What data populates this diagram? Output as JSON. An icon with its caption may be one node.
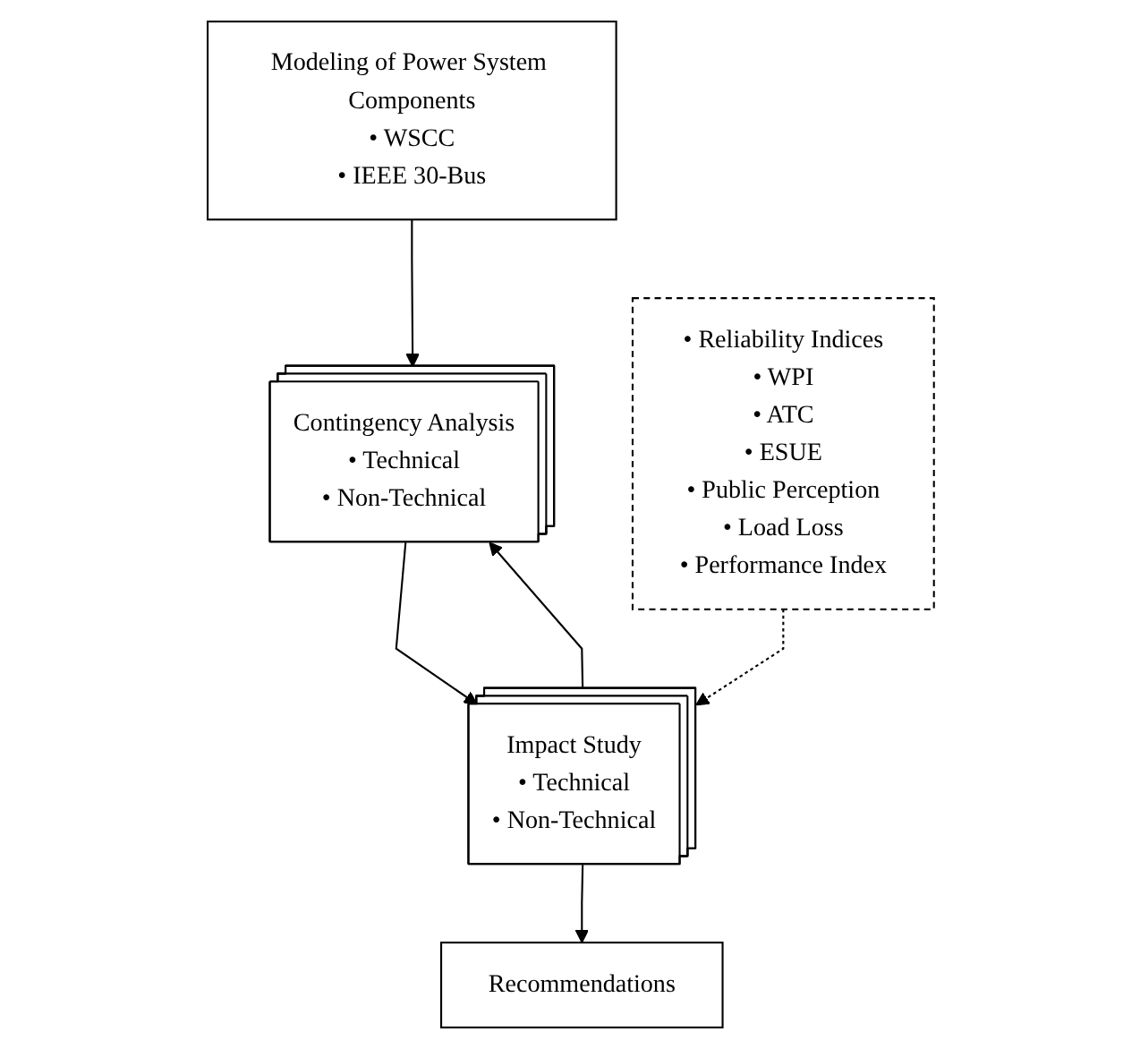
{
  "diagram": {
    "nodes": [
      {
        "text": [
          "Modeling of Power System Components",
          "• WSCC",
          "• IEEE 30-Bus"
        ]
      },
      {
        "text": [
          "Contingency Analysis",
          "• Technical",
          "• Non-Technical"
        ]
      },
      {
        "text": [
          "Impact Study",
          "• Technical",
          "• Non-Technical"
        ]
      },
      {
        "text": [
          "• Reliability Indices",
          "• WPI",
          "• ATC",
          "• ESUE",
          "• Public Perception",
          "• Load Loss",
          "• Performance Index"
        ]
      },
      {
        "text": [
          "Recommendations"
        ]
      }
    ],
    "edges": [
      {
        "from": 0,
        "to": 1,
        "arrow": "to"
      },
      {
        "from": 1,
        "to": 2,
        "arrow": "to"
      },
      {
        "from": 3,
        "to": 2,
        "arrow": "to",
        "style": "dashed"
      },
      {
        "from": 2,
        "to": 1,
        "arrow": "to"
      },
      {
        "from": 2,
        "to": 4,
        "arrow": "to"
      }
    ]
  }
}
